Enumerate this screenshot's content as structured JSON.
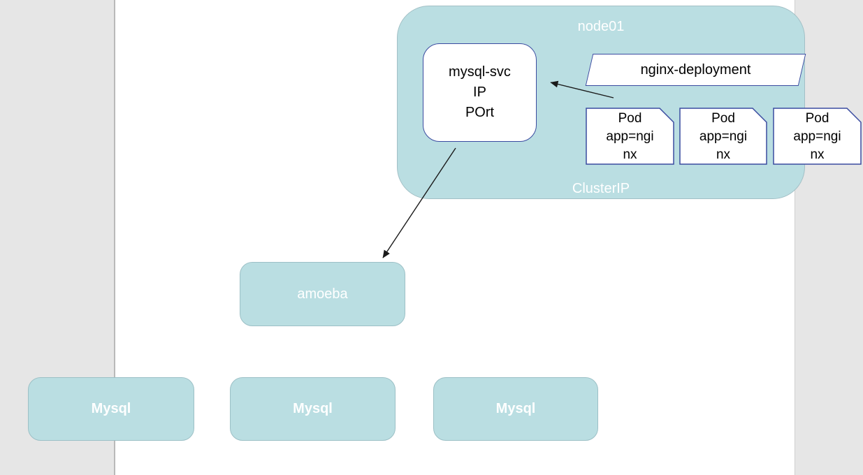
{
  "diagram": {
    "node_group": {
      "title": "node01",
      "footer": "ClusterIP"
    },
    "service_box": {
      "lines": [
        "mysql-svc",
        "IP",
        "POrt"
      ]
    },
    "deployment": {
      "label": "nginx-deployment"
    },
    "pods": [
      {
        "lines": [
          "Pod",
          "app=ngi",
          "nx"
        ]
      },
      {
        "lines": [
          "Pod",
          "app=ngi",
          "nx"
        ]
      },
      {
        "lines": [
          "Pod",
          "app=ngi",
          "nx"
        ]
      }
    ],
    "amoeba": {
      "label": "amoeba"
    },
    "mysql_nodes": [
      {
        "label": "Mysql"
      },
      {
        "label": "Mysql"
      },
      {
        "label": "Mysql"
      }
    ],
    "colors": {
      "teal_fill": "#badee2",
      "teal_border": "#9cc0c6",
      "blue_shape_border": "#3a4ba0",
      "panel_gray": "#e6e6e6",
      "label_white": "#ffffff",
      "label_black": "#000000",
      "arrow_black": "#1a1a1a"
    }
  }
}
